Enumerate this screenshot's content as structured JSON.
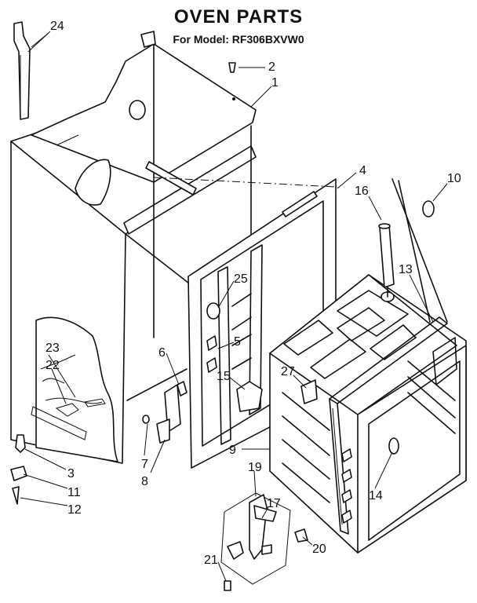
{
  "header": {
    "title": "OVEN PARTS",
    "model": "For Model: RF306BXVW0"
  },
  "callouts": [
    "24",
    "2",
    "1",
    "4",
    "10",
    "16",
    "13",
    "25",
    "5",
    "6",
    "15",
    "27",
    "23",
    "22",
    "3",
    "11",
    "12",
    "7",
    "8",
    "9",
    "19",
    "17",
    "14",
    "20",
    "21"
  ]
}
